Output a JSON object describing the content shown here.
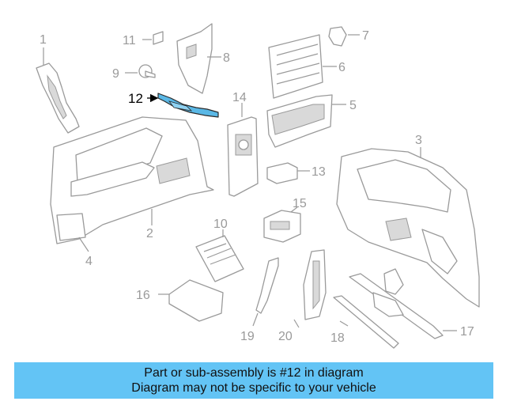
{
  "diagram": {
    "highlight_color": "#5ab8e6",
    "callouts": [
      "1",
      "2",
      "3",
      "4",
      "5",
      "6",
      "7",
      "8",
      "9",
      "10",
      "11",
      "12",
      "13",
      "14",
      "15",
      "16",
      "17",
      "18",
      "19",
      "20"
    ]
  },
  "caption": {
    "background": "#63c4f5",
    "line1": "Part or sub-assembly is #12 in diagram",
    "line2": "Diagram may not be specific to your vehicle"
  }
}
